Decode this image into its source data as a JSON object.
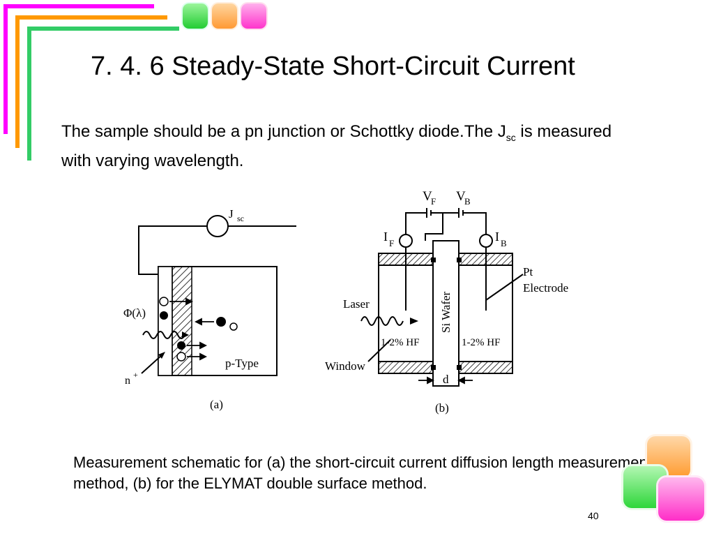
{
  "slide": {
    "title": "7. 4. 6 Steady-State Short-Circuit Current",
    "intro": {
      "text_before": "The sample should be a pn junction or Schottky diode.The J",
      "subscript": "sc",
      "text_after": " is measured with varying wavelength."
    },
    "caption": "Measurement schematic for (a) the short-circuit current diffusion length measurement method, (b) for the ELYMAT double surface method.",
    "slide_number": "40"
  },
  "figure_a": {
    "meter_label": "J",
    "meter_sub": "sc",
    "phi_label": "Φ(λ)",
    "n_label": "n",
    "n_sup": "+",
    "p_label": "p-Type",
    "panel_label": "(a)"
  },
  "figure_b": {
    "vf_label": "V",
    "vf_sub": "F",
    "vb_label": "V",
    "vb_sub": "B",
    "if_label": "I",
    "if_sub": "F",
    "ib_label": "I",
    "ib_sub": "B",
    "laser_label": "Laser",
    "wafer_label": "Si Wafer",
    "pt_label": "Pt",
    "electrode_label": "Electrode",
    "hf_left": "1-2% HF",
    "hf_right": "1-2% HF",
    "window_label": "Window",
    "d_label": "d",
    "panel_label": "(b)"
  },
  "theme": {
    "magenta": "#ff00ff",
    "orange": "#ff9900",
    "green": "#33cc66",
    "gem_green": "#33dd44",
    "gem_orange": "#ffaa44",
    "gem_pink": "#ff44cc"
  }
}
